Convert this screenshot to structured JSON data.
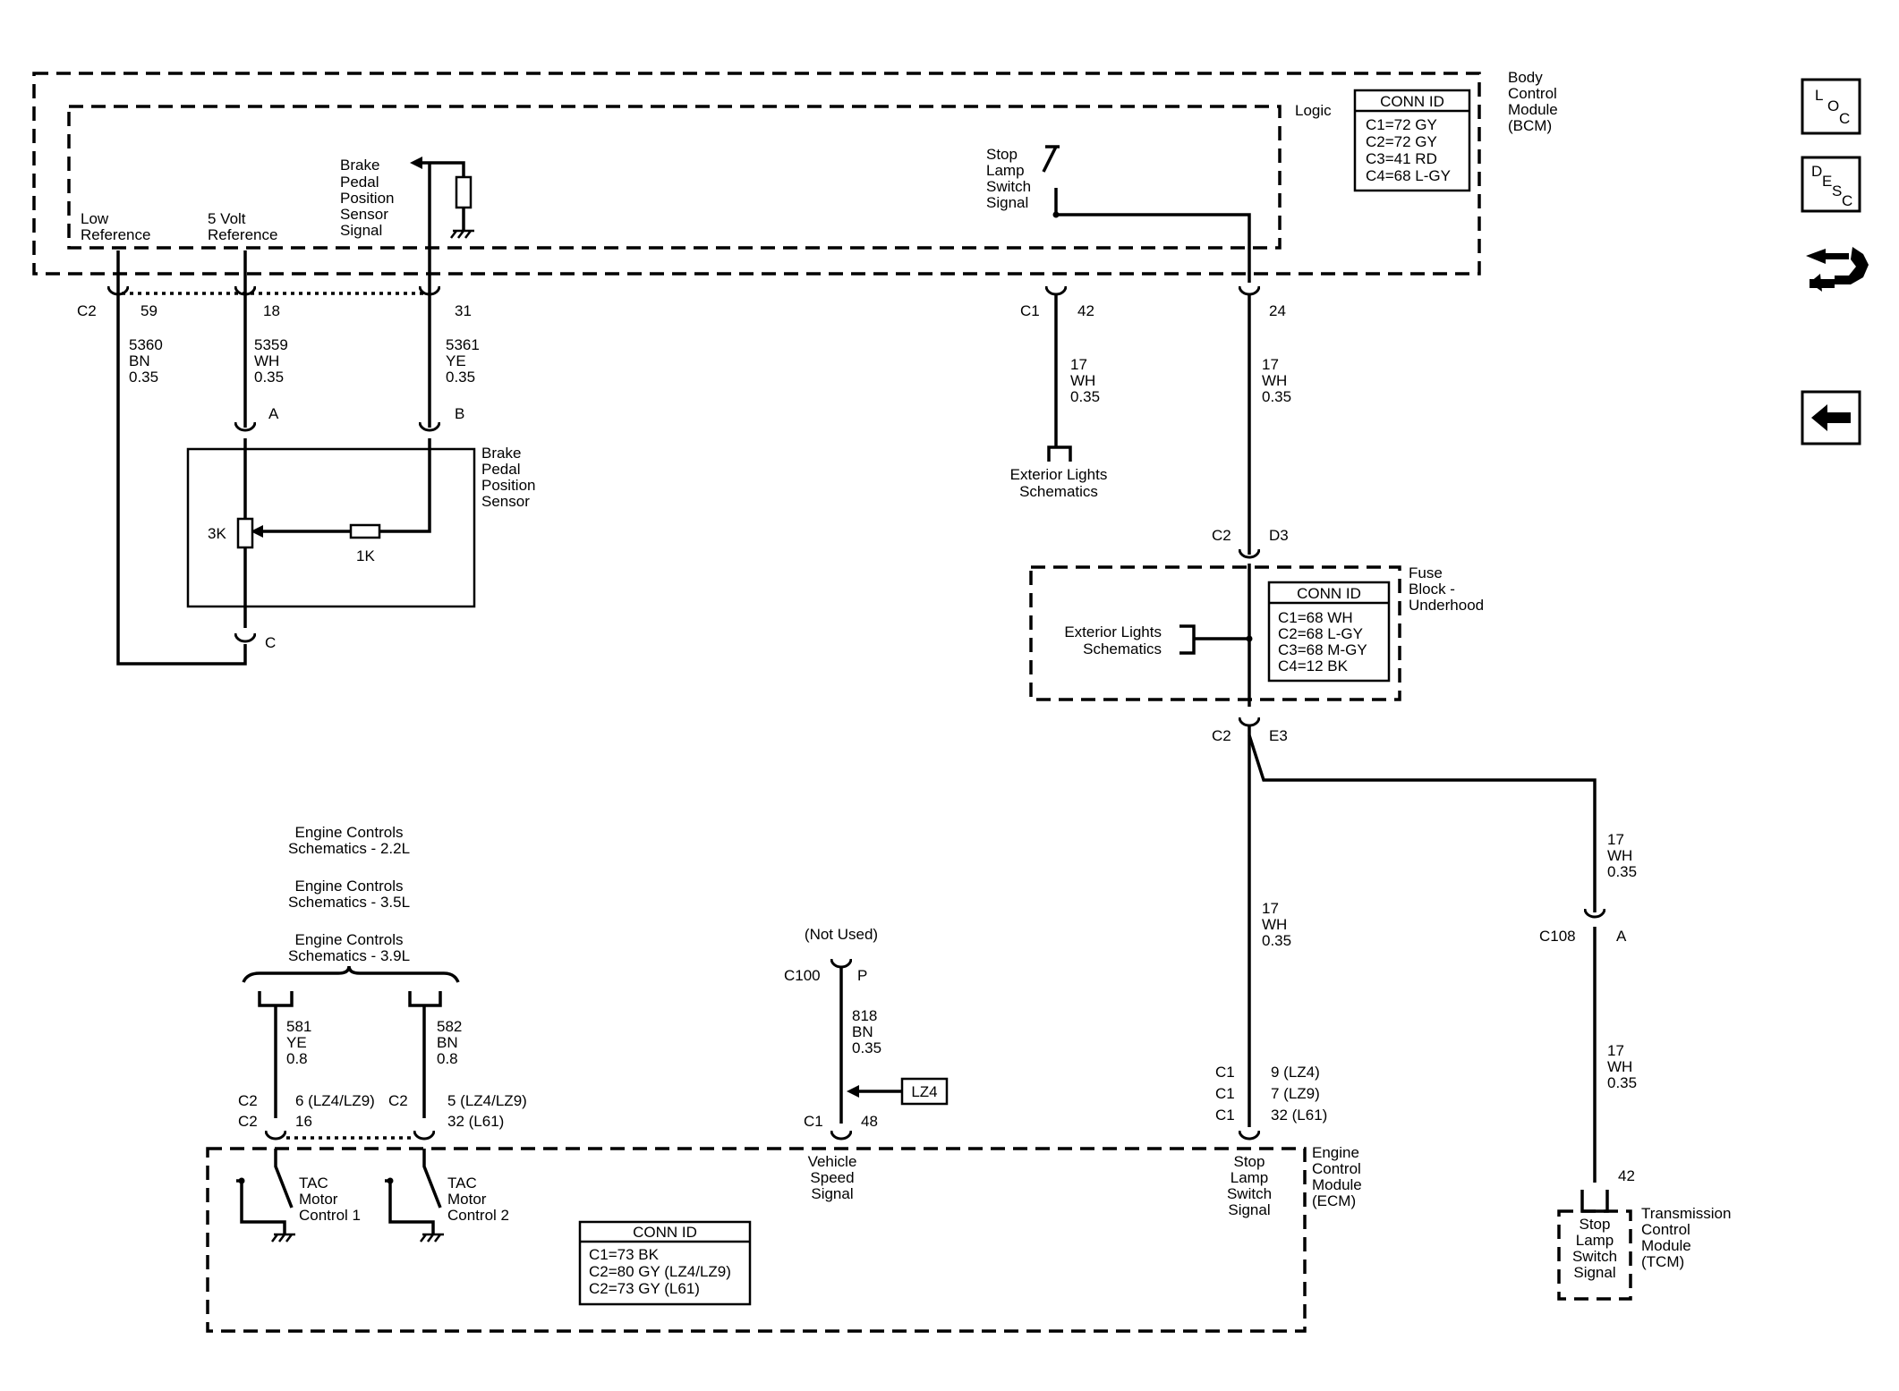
{
  "bcm": {
    "name": [
      "Body",
      "Control",
      "Module",
      "(BCM)"
    ],
    "logic": "Logic",
    "conn_title": "CONN ID",
    "conn": [
      "C1=72 GY",
      "C2=72 GY",
      "C3=41 RD",
      "C4=68 L-GY"
    ],
    "low_ref": [
      "Low",
      "Reference"
    ],
    "five_volt_ref": [
      "5 Volt",
      "Reference"
    ],
    "bpps_signal": [
      "Brake",
      "Pedal",
      "Position",
      "Sensor",
      "Signal"
    ],
    "stop_lamp_signal": [
      "Stop",
      "Lamp",
      "Switch",
      "Signal"
    ],
    "c2_label": "C2",
    "pins": [
      "59",
      "18",
      "31"
    ],
    "c1_label": "C1",
    "pin42": "42",
    "pin24": "24"
  },
  "wires": {
    "w5360": [
      "5360",
      "BN",
      "0.35"
    ],
    "w5359": [
      "5359",
      "WH",
      "0.35"
    ],
    "w5361": [
      "5361",
      "YE",
      "0.35"
    ],
    "w17_ext": [
      "17",
      "WH",
      "0.35"
    ],
    "w17_fuse": [
      "17",
      "WH",
      "0.35"
    ],
    "w17_ecm": [
      "17",
      "WH",
      "0.35"
    ],
    "w17_tcm_a": [
      "17",
      "WH",
      "0.35"
    ],
    "w17_tcm_b": [
      "17",
      "WH",
      "0.35"
    ],
    "w581": [
      "581",
      "YE",
      "0.8"
    ],
    "w582": [
      "582",
      "BN",
      "0.8"
    ],
    "w818": [
      "818",
      "BN",
      "0.35"
    ]
  },
  "sensor": {
    "name": [
      "Brake",
      "Pedal",
      "Position",
      "Sensor"
    ],
    "pin_a": "A",
    "pin_b": "B",
    "pin_c": "C",
    "r3k": "3K",
    "r1k": "1K"
  },
  "exterior_lights": [
    "Exterior Lights",
    "Schematics"
  ],
  "fuse_block": {
    "name": [
      "Fuse",
      "Block -",
      "Underhood"
    ],
    "conn_title": "CONN ID",
    "conn": [
      "C1=68 WH",
      "C2=68 L-GY",
      "C3=68 M-GY",
      "C4=12 BK"
    ],
    "exterior_lights": [
      "Exterior Lights",
      "Schematics"
    ],
    "c2_top": "C2",
    "d3": "D3",
    "c2_bottom": "C2",
    "e3": "E3"
  },
  "engine_refs": [
    "Engine Controls",
    "Schematics - 2.2L",
    "Engine Controls",
    "Schematics - 3.5L",
    "Engine Controls",
    "Schematics - 3.9L"
  ],
  "ecm": {
    "name": [
      "Engine",
      "Control",
      "Module",
      "(ECM)"
    ],
    "conn_title": "CONN ID",
    "conn": [
      "C1=73 BK",
      "C2=80 GY (LZ4/LZ9)",
      "C2=73 GY (L61)"
    ],
    "tac1": [
      "TAC",
      "Motor",
      "Control 1"
    ],
    "tac2": [
      "TAC",
      "Motor",
      "Control 2"
    ],
    "vss": [
      "Vehicle",
      "Speed",
      "Signal"
    ],
    "stop_lamp": [
      "Stop",
      "Lamp",
      "Switch",
      "Signal"
    ],
    "tac1_conn": [
      "C2",
      "C2"
    ],
    "tac1_pins": [
      "6 (LZ4/LZ9)",
      "16"
    ],
    "tac2_conn": [
      "C2"
    ],
    "tac2_pins": [
      "5 (LZ4/LZ9)",
      "32 (L61)"
    ],
    "vss_conn": "C1",
    "vss_pin": "48",
    "stop_conn": [
      "C1",
      "C1",
      "C1"
    ],
    "stop_pins": [
      "9 (LZ4)",
      "7 (LZ9)",
      "32 (L61)"
    ]
  },
  "c100": {
    "not_used": "(Not Used)",
    "conn": "C100",
    "pin": "P",
    "option": "LZ4"
  },
  "c108": {
    "conn": "C108",
    "pin": "A"
  },
  "tcm": {
    "name": [
      "Transmission",
      "Control",
      "Module",
      "(TCM)"
    ],
    "pin": "42",
    "signal": [
      "Stop",
      "Lamp",
      "Switch",
      "Signal"
    ]
  },
  "nav": {
    "loc": [
      "L",
      "O",
      "C"
    ],
    "desc": [
      "D",
      "E",
      "S",
      "C"
    ]
  }
}
